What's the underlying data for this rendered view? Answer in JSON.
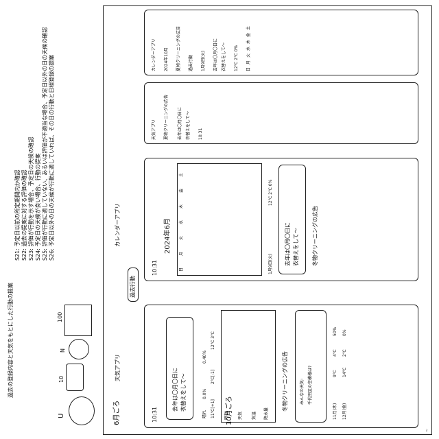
{
  "figure_id": "~",
  "steps": {
    "title": "過去の登録内容と天気をもとにした行動の提案",
    "s21": "S21: 予定日以前の所定期間内か確認",
    "s22": "S22: 過去の提案に対する評価の確認",
    "s23": "S23: 評価が行動を示す場合、予定日の天候の確認",
    "s24": "S24: 予定日の天候が良い場合、行動の提案",
    "s25": "S25: 評価が行動に適していない、あるいは評価が不適当な場合、予定日以外の日の天候の確認",
    "s26": "S26: 予定日以外の日の天候が行動に適していれば、その日の行動と日程登録の提案"
  },
  "labels": {
    "u": "U",
    "terminal": "10",
    "network": "N",
    "server": "100",
    "june": "6月ごろ",
    "october": "10月ごろ",
    "weather_app": "天気アプリ",
    "calendar_app": "カレンダーアプリ",
    "past_action": "過去行動"
  },
  "weather_screen": {
    "time": "10:31",
    "proposal_line1": "去年は〇月〇日に",
    "proposal_line2": "衣替えをして〜",
    "condition": "晴れ",
    "precip": "0.0%",
    "temp_today": "11℃[+1]",
    "temp_low": "2℃[-1]",
    "temp_range": "12℃ 3℃",
    "precip2": "0.40%",
    "hours": "時刻",
    "weather": "天気",
    "temp": "気温",
    "rain": "降水量",
    "pollen": "みんなの天気:",
    "area": "千代田区の空模様は?",
    "rows": [
      {
        "date": "11月(木)",
        "t1": "9℃",
        "t2": "4℃",
        "p": "50%"
      },
      {
        "date": "12月(金)",
        "t1": "14℃",
        "t2": "2℃",
        "p": "0%"
      }
    ],
    "summer_ad": "冬物クリーニングの広告",
    "winter_ad": "夏物クリーニングの広告"
  },
  "calendar_june": {
    "month": "2024年6月",
    "weekdays": [
      "日",
      "月",
      "火",
      "水",
      "木",
      "金",
      "土"
    ],
    "date_note": "1月9日(火)",
    "proposal_line1": "去年は〇月〇日に",
    "proposal_line2": "衣替えをして〜",
    "ad": "冬物クリーニングの広告",
    "temp": "12℃ 2℃ 0%"
  },
  "calendar_october": {
    "month": "2024年10月",
    "weekdays": [
      "日",
      "月",
      "火",
      "水",
      "木",
      "金",
      "土"
    ],
    "date_note": "1月9日(火)",
    "proposal_line1": "去年は〇月〇日に",
    "proposal_line2": "衣替えをして〜",
    "ad": "夏物クリーニングの広告",
    "temp": "12℃ 2℃ 0%"
  }
}
